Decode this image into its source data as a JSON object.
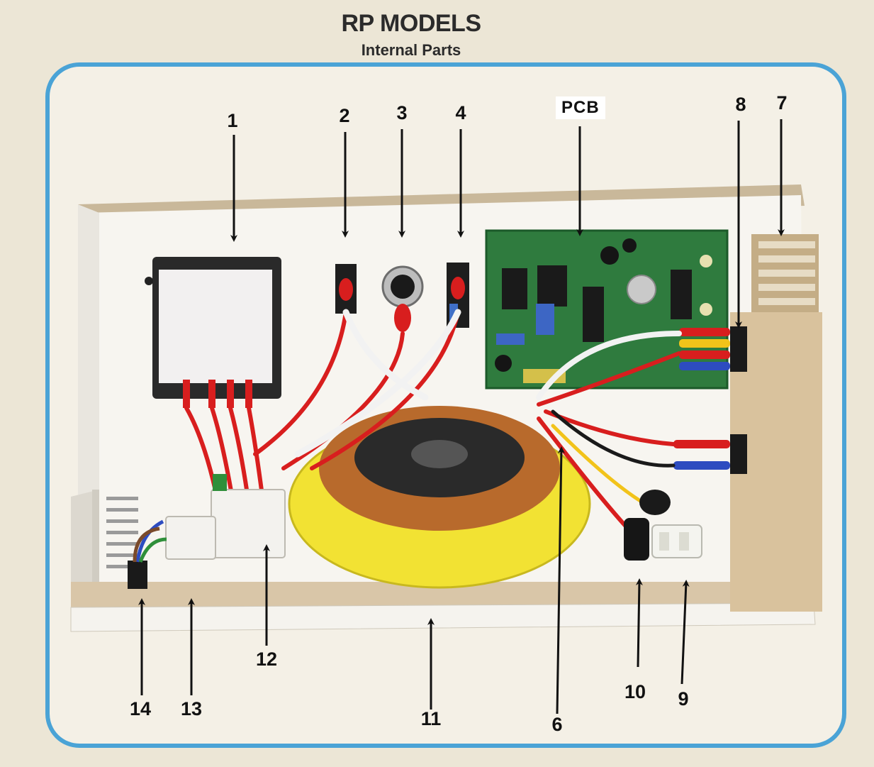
{
  "header": {
    "title": "RP MODELS",
    "subtitle": "Internal Parts"
  },
  "labels": {
    "pcb": "PCB",
    "n1": "1",
    "n2": "2",
    "n3": "3",
    "n4": "4",
    "n6": "6",
    "n7": "7",
    "n8": "8",
    "n9": "9",
    "n10": "10",
    "n11": "11",
    "n12": "12",
    "n13": "13",
    "n14": "14"
  },
  "colors": {
    "frame": "#4aa3d6",
    "toroid_tape": "#f2e233",
    "toroid_copper": "#b86a2c",
    "pcb_green": "#2f7b3e",
    "wire_red": "#d81e1e"
  }
}
